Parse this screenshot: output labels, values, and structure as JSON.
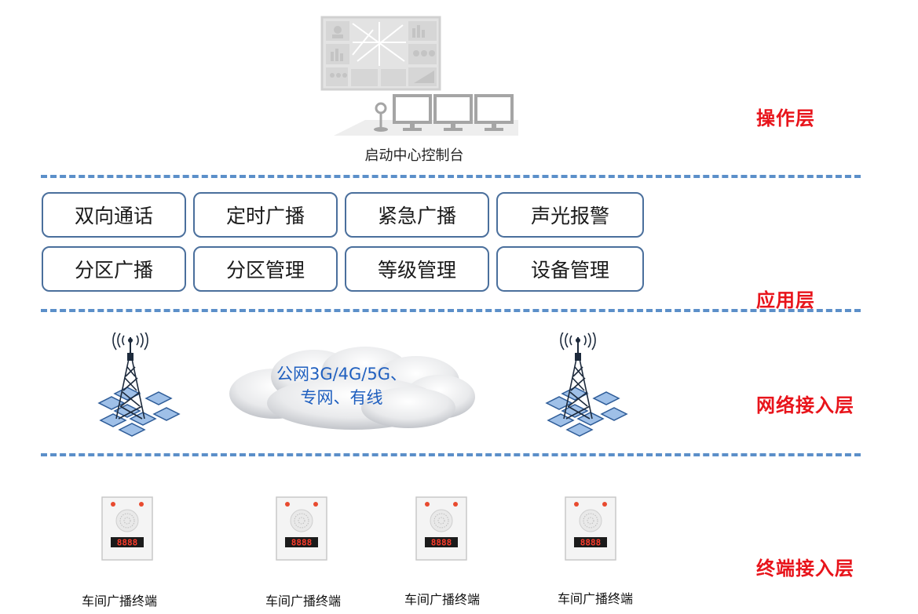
{
  "operation_layer": {
    "title": "操作层",
    "console_label": "启动中心控制台"
  },
  "application_layer": {
    "title": "应用层",
    "functions": [
      {
        "label": "双向通话"
      },
      {
        "label": "定时广播"
      },
      {
        "label": "紧急广播"
      },
      {
        "label": "声光报警"
      },
      {
        "label": "分区广播"
      },
      {
        "label": "分区管理"
      },
      {
        "label": "等级管理"
      },
      {
        "label": "设备管理"
      }
    ]
  },
  "network_layer": {
    "title": "网络接入层",
    "cloud_line1": "公网3G/4G/5G、",
    "cloud_line2": "专网、有线"
  },
  "terminal_layer": {
    "title": "终端接入层",
    "terminals": [
      {
        "label": "车间广播终端",
        "display": "8888"
      },
      {
        "label": "车间广播终端",
        "display": "8888"
      },
      {
        "label": "车间广播终端",
        "display": "8888"
      },
      {
        "label": "车间广播终端",
        "display": "8888"
      }
    ]
  },
  "colors": {
    "layer_title": "#e8141b",
    "separator": "#5b8fc9",
    "box_border": "#4a6f9c",
    "cloud_text": "#1f5fbf"
  }
}
